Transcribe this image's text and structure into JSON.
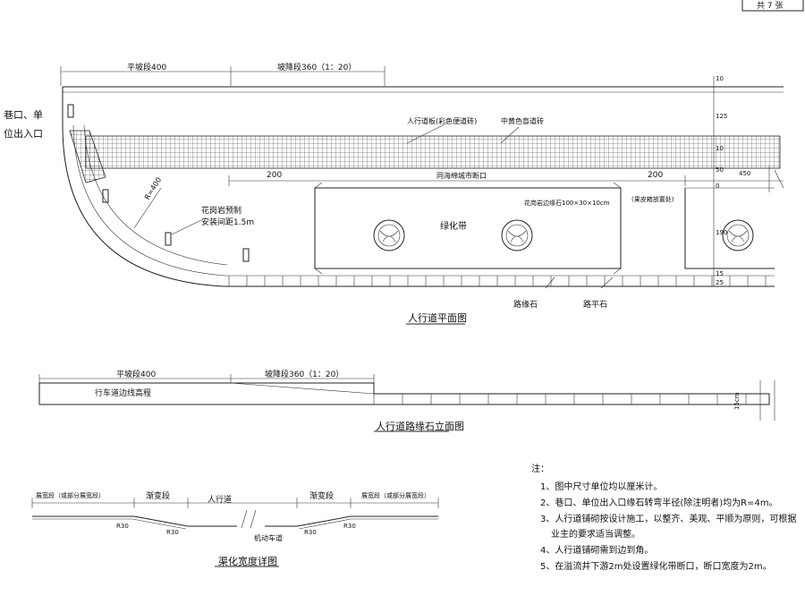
{
  "sheet": {
    "total_label": "共 7 张"
  },
  "plan": {
    "title": "人行道平面图",
    "entrance_label_1": "巷口、单",
    "entrance_label_2": "位出入口",
    "dim_flat": "平坡段400",
    "dim_slope": "坡降段360（1：20）",
    "dim_200_left": "200",
    "dim_200_right": "200",
    "label_sidewalk_slab": "人行道板(彩色便道砖)",
    "label_tactile": "中黄色盲道砖",
    "label_median_gap": "同海绵城市断口",
    "label_curb_spec": "花岗岩边缘石100×30×10cm",
    "label_fruit_shell": "(果皮箱放置处)",
    "label_bollard_1": "花岗岩预制",
    "label_bollard_2": "安装间距1.5m",
    "label_greenbelt": "绿化带",
    "label_radius": "R=400",
    "label_curbstone": "路缘石",
    "label_flatstone": "路平石",
    "right_dims": [
      "10",
      "125",
      "10",
      "50",
      "450",
      "0",
      "190",
      "15",
      "25"
    ]
  },
  "elevation": {
    "title": "人行道路缘石立面图",
    "dim_flat": "平坡段400",
    "dim_slope": "坡降段360（1：20）",
    "label_edge": "行车道边线高程",
    "label_15": "15cm"
  },
  "detail": {
    "title": "渠化宽度详图",
    "left_seg_1": "展宽段（或部分展宽段）",
    "left_seg_2": "渐变段",
    "center_label": "人行道",
    "right_seg_1": "渐变段",
    "right_seg_2": "展宽段（或部分展宽段）",
    "lane_label": "机动车道",
    "r30": "R30"
  },
  "notes": {
    "heading": "注：",
    "items": [
      "1、图中尺寸单位均以厘米计。",
      "2、巷口、单位出入口缘石转弯半径(除注明者)均为R=4m。",
      "3、人行道铺砌按设计施工，以整齐、美观、平顺为原则，可根据",
      "业主的要求适当调整。",
      "4、人行道铺砌需到边到角。",
      "5、在溢流井下游2m处设置绿化带断口，断口宽度为2m。"
    ]
  }
}
